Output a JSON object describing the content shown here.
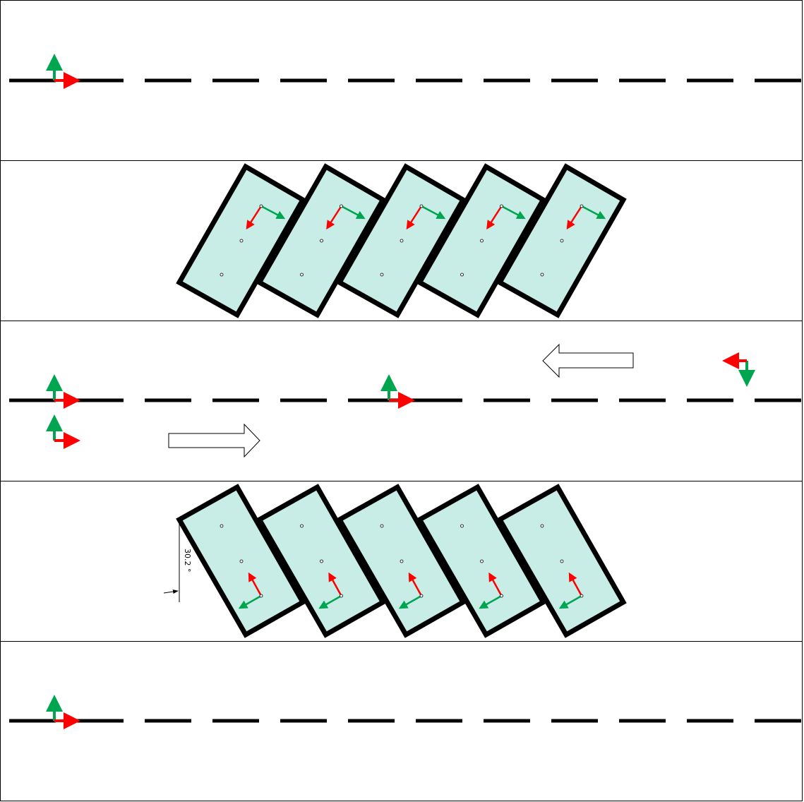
{
  "colors": {
    "x_axis": "#ff0000",
    "y_axis": "#00a550",
    "slot_fill": "#c7ede6",
    "outline": "#000000"
  },
  "annotation": {
    "angle": "30.2 °"
  },
  "icons": [
    "frame-axes-icon",
    "direction-arrow-icon"
  ],
  "rows": {
    "upper_bay_count": 5,
    "lower_bay_count": 5
  }
}
